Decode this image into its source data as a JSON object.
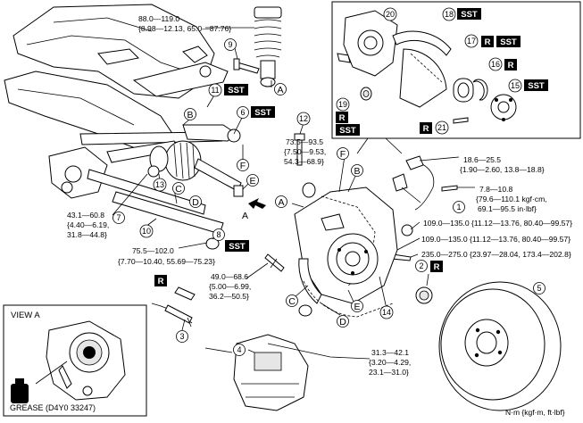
{
  "torques": {
    "t1": [
      "88.0—119.0",
      "{8.98—12.13, 65.0—87.76}"
    ],
    "t2": [
      "73.5—93.5",
      "{7.50—9.53,",
      "54.3—68.9}"
    ],
    "t3": [
      "18.6—25.5",
      "{1.90—2.60, 13.8—18.8}"
    ],
    "t4": [
      "7.8—10.8",
      "{79.6—110.1 kgf·cm,",
      "69.1—95.5 in·lbf}"
    ],
    "t5": "109.0—135.0 {11.12—13.76, 80.40—99.57}",
    "t6": "109.0—135.0 {11.12—13.76, 80.40—99.57}",
    "t7": "235.0—275.0 {23.97—28.04, 173.4—202.8}",
    "t8": [
      "43.1—60.8",
      "{4.40—6.19,",
      "31.8—44.8}"
    ],
    "t9": "75.5—102.0",
    "t9b": "{7.70—10.40, 55.69—75.23}",
    "t10": [
      "49.0—68.6",
      "{5.00—6.99,",
      "36.2—50.5}"
    ],
    "t11": [
      "31.3—42.1",
      "{3.20—4.29,",
      "23.1—31.0}"
    ]
  },
  "callouts": {
    "c1": "1",
    "c2": "2",
    "c3": "3",
    "c4": "4",
    "c5": "5",
    "c6": "6",
    "c7": "7",
    "c8": "8",
    "c9": "9",
    "c10": "10",
    "c11": "11",
    "c12": "12",
    "c13": "13",
    "c14": "14",
    "c15": "15",
    "c16": "16",
    "c17": "17",
    "c18": "18",
    "c19": "19",
    "c20": "20",
    "c21": "21"
  },
  "letters": {
    "A": "A",
    "B": "B",
    "C": "C",
    "D": "D",
    "E": "E",
    "F": "F"
  },
  "badges": {
    "sst": "SST",
    "r": "R"
  },
  "view_a": {
    "title": "VIEW A",
    "grease": "GREASE (D4Y0 33247)",
    "arrow_label": "A"
  },
  "units": "N·m {kgf·m, ft·lbf}"
}
